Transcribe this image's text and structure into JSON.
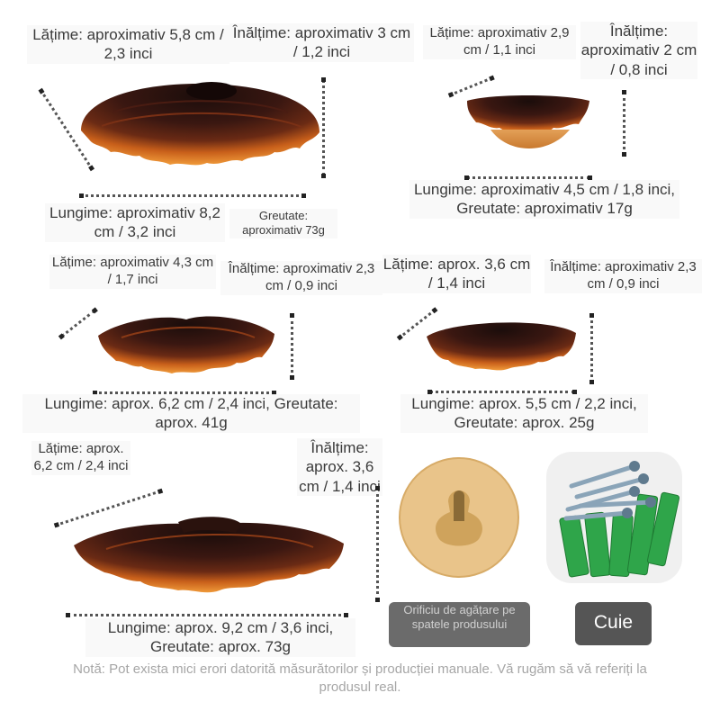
{
  "items": {
    "f1": {
      "width": "Lățime: aproximativ 5,8 cm / 2,3 inci",
      "height": "Înălțime: aproximativ 3 cm / 1,2 inci",
      "length": "Lungime: aproximativ 8,2 cm / 3,2 inci",
      "weight": "Greutate: aproximativ 73g"
    },
    "f2": {
      "width": "Lățime: aproximativ 2,9 cm / 1,1 inci",
      "height": "Înălțime: aproximativ 2 cm / 0,8 inci",
      "length_weight": "Lungime: aproximativ 4,5 cm / 1,8 inci, Greutate: aproximativ 17g"
    },
    "f3": {
      "width": "Lățime: aproximativ 4,3 cm / 1,7 inci",
      "height": "Înălțime: aproximativ 2,3 cm / 0,9 inci",
      "length_weight": "Lungime: aprox. 6,2 cm / 2,4 inci, Greutate: aprox. 41g"
    },
    "f4": {
      "width": "Lățime: aprox. 3,6 cm / 1,4 inci",
      "height": "Înălțime: aproximativ 2,3 cm / 0,9 inci",
      "length_weight": "Lungime: aprox. 5,5 cm / 2,2 inci, Greutate: aprox. 25g"
    },
    "f5": {
      "width": "Lățime: aprox. 6,2 cm / 2,4 inci",
      "height": "Înălțime: aprox. 3,6 cm / 1,4 inci",
      "length_weight": "Lungime: aprox. 9,2 cm / 3,6 inci, Greutate: aprox. 73g"
    }
  },
  "accessories": {
    "hole_label": "Orificiu de agățare pe spatele produsului",
    "nails_label": "Cuie"
  },
  "note": "Notă: Pot exista mici erori datorită măsurătorilor și producției manuale. Vă rugăm să vă referiți la produsul real.",
  "colors": {
    "cap_dark": "#2a1410",
    "cap_mid": "#5a2413",
    "rim_orange": "#e07a1c",
    "hole_disc": "#e9c48a",
    "anchor_green": "#2fa54a"
  }
}
